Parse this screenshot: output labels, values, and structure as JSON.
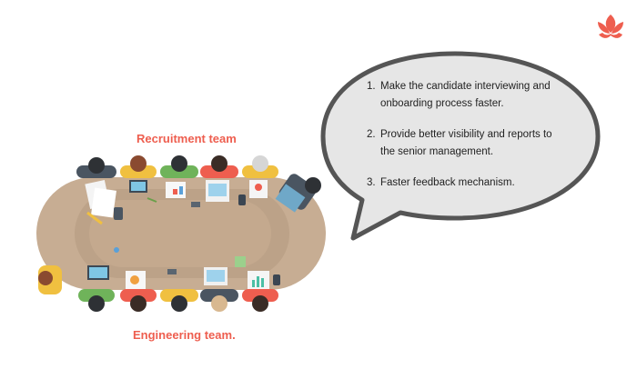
{
  "labels": {
    "recruitment_team": "Recruitment team",
    "engineering_team": "Engineering team."
  },
  "goals": [
    {
      "number": "1.",
      "text": "Make the candidate interviewing and onboarding process faster."
    },
    {
      "number": "2.",
      "text": "Provide better visibility and reports to the senior management."
    },
    {
      "number": "3.",
      "text": "Faster feedback mechanism."
    }
  ],
  "colors": {
    "accent": "#ee5e4f",
    "table": "#c7ad93",
    "table_center": "#bca288",
    "bubble_fill": "#e6e6e6",
    "bubble_stroke": "#555555"
  },
  "icons": {
    "logo": "lotus-logo-icon"
  }
}
